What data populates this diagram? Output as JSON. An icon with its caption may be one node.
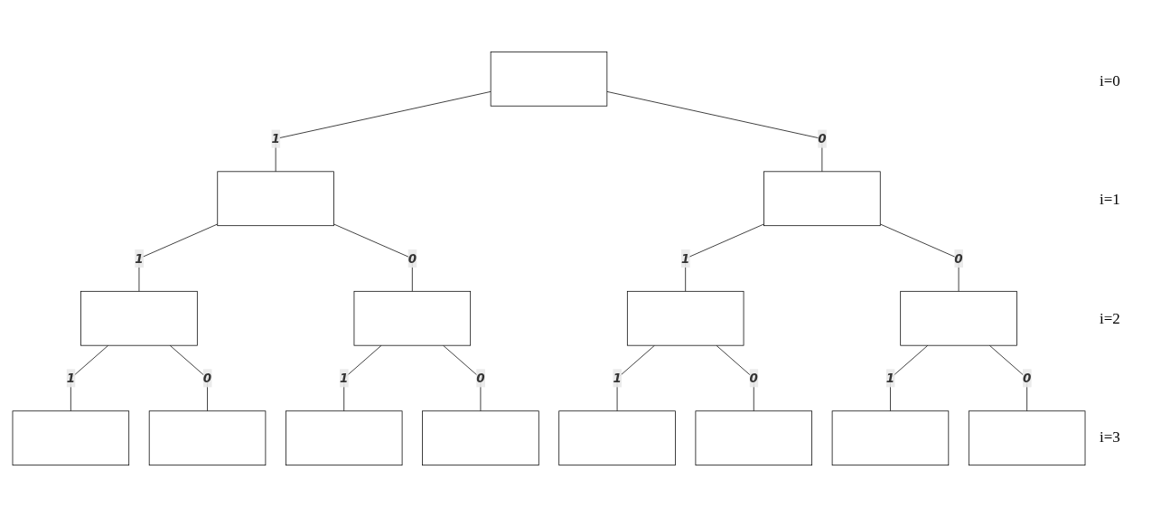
{
  "diagram": {
    "nodes": [
      {
        "text": [],
        "shape": "box"
      },
      {
        "text": [],
        "shape": "box"
      },
      {
        "text": [],
        "shape": "box"
      },
      {
        "text": [],
        "shape": "box"
      },
      {
        "text": [],
        "shape": "box"
      },
      {
        "text": [],
        "shape": "box"
      },
      {
        "text": [],
        "shape": "box"
      },
      {
        "text": [],
        "shape": "box"
      },
      {
        "text": [],
        "shape": "box"
      },
      {
        "text": [],
        "shape": "box"
      },
      {
        "text": [],
        "shape": "box"
      },
      {
        "text": [],
        "shape": "box"
      },
      {
        "text": [],
        "shape": "box"
      },
      {
        "text": [],
        "shape": "box"
      },
      {
        "text": [],
        "shape": "box"
      }
    ],
    "edges": [
      {
        "from": 0,
        "to": 1,
        "arrow": "none",
        "label": "1"
      },
      {
        "from": 0,
        "to": 2,
        "arrow": "none",
        "label": "0"
      },
      {
        "from": 1,
        "to": 3,
        "arrow": "none",
        "label": "1"
      },
      {
        "from": 1,
        "to": 4,
        "arrow": "none",
        "label": "0"
      },
      {
        "from": 2,
        "to": 5,
        "arrow": "none",
        "label": "1"
      },
      {
        "from": 2,
        "to": 6,
        "arrow": "none",
        "label": "0"
      },
      {
        "from": 3,
        "to": 7,
        "arrow": "none",
        "label": "1"
      },
      {
        "from": 3,
        "to": 8,
        "arrow": "none",
        "label": "0"
      },
      {
        "from": 4,
        "to": 9,
        "arrow": "none",
        "label": "1"
      },
      {
        "from": 4,
        "to": 10,
        "arrow": "none",
        "label": "0"
      },
      {
        "from": 5,
        "to": 11,
        "arrow": "none",
        "label": "1"
      },
      {
        "from": 5,
        "to": 12,
        "arrow": "none",
        "label": "0"
      },
      {
        "from": 6,
        "to": 13,
        "arrow": "none",
        "label": "1"
      },
      {
        "from": 6,
        "to": 14,
        "arrow": "none",
        "label": "0"
      }
    ],
    "labels": [
      "i=0",
      "i=1",
      "i=2",
      "i=3"
    ]
  }
}
